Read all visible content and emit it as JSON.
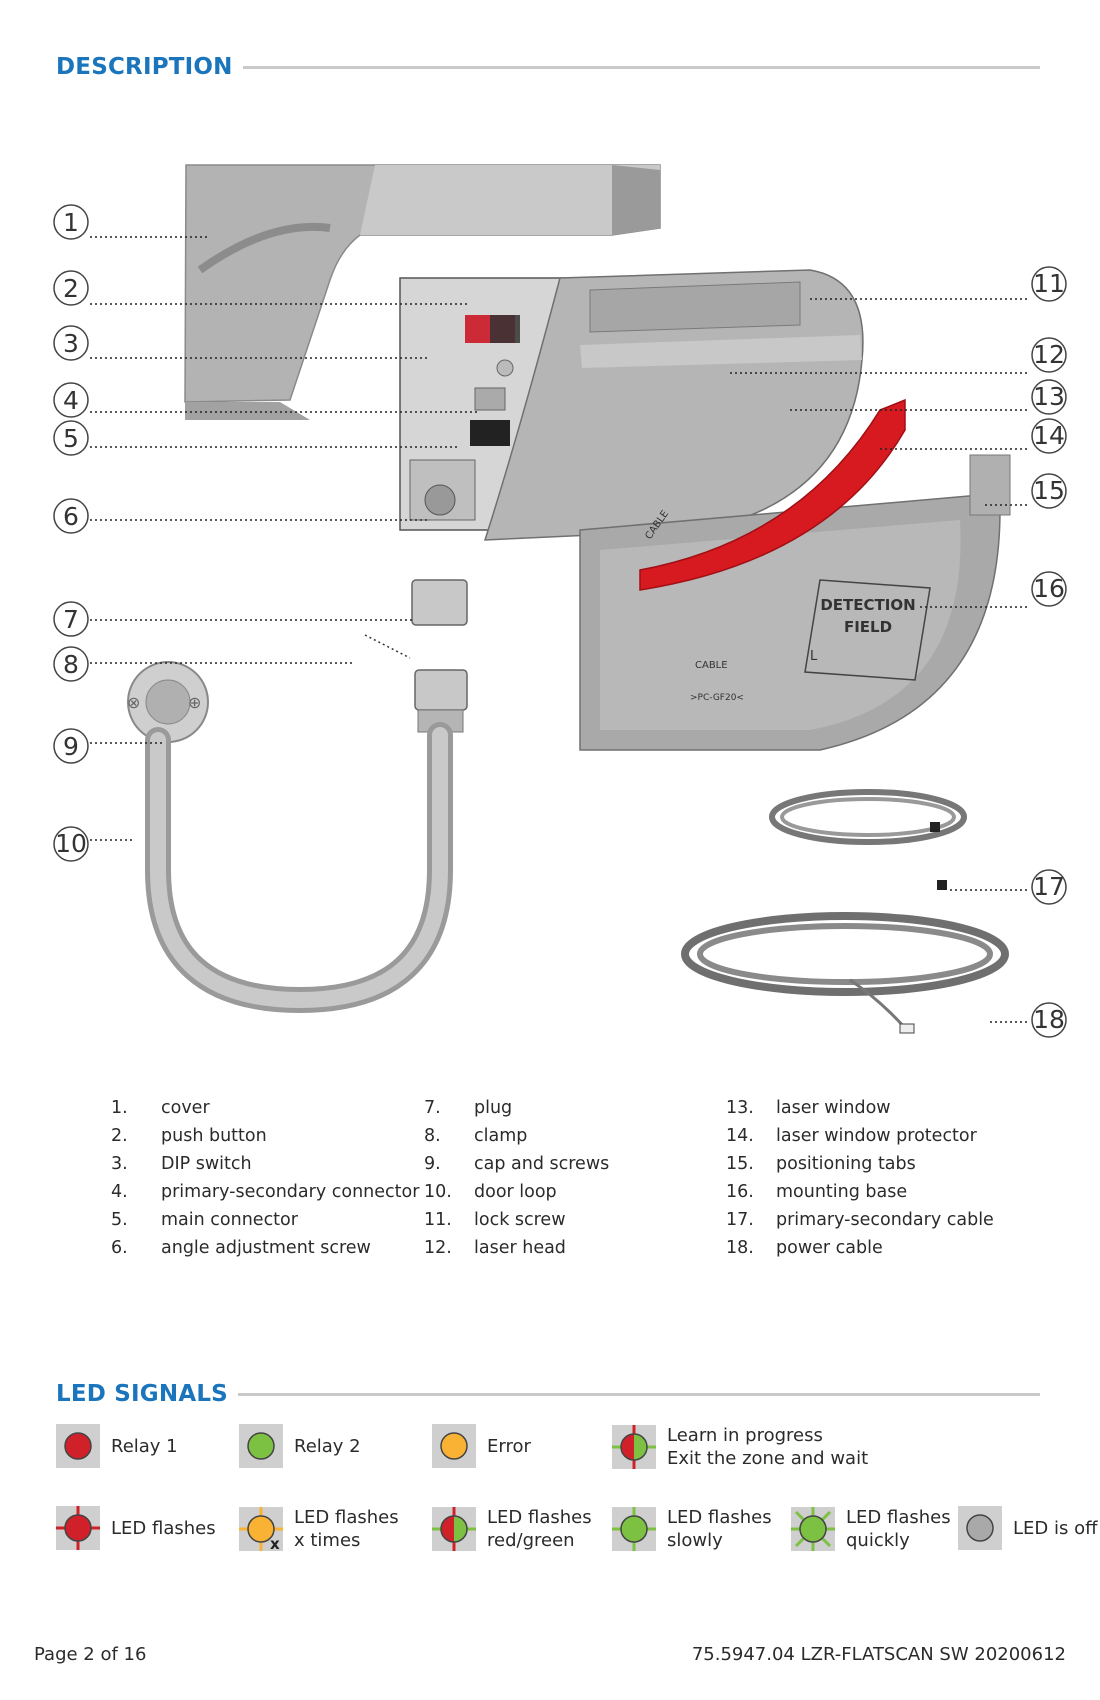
{
  "sections": {
    "description": "DESCRIPTION",
    "led_signals": "LED SIGNALS"
  },
  "diagram": {
    "detection_label_1": "DETECTION",
    "detection_label_2": "FIELD",
    "field_letter": "L",
    "cable_label_1": "CABLE",
    "cable_label_2": "CABLE",
    "part_code": ">PC-GF20<"
  },
  "parts": [
    {
      "num": "1.",
      "label": "cover"
    },
    {
      "num": "2.",
      "label": "push button"
    },
    {
      "num": "3.",
      "label": "DIP switch"
    },
    {
      "num": "4.",
      "label": "primary-secondary connector"
    },
    {
      "num": "5.",
      "label": "main connector"
    },
    {
      "num": "6.",
      "label": "angle adjustment screw"
    },
    {
      "num": "7.",
      "label": "plug"
    },
    {
      "num": "8.",
      "label": "clamp"
    },
    {
      "num": "9.",
      "label": "cap and screws"
    },
    {
      "num": "10.",
      "label": "door loop"
    },
    {
      "num": "11.",
      "label": "lock screw"
    },
    {
      "num": "12.",
      "label": "laser head"
    },
    {
      "num": "13.",
      "label": "laser window"
    },
    {
      "num": "14.",
      "label": "laser window protector"
    },
    {
      "num": "15.",
      "label": "positioning tabs"
    },
    {
      "num": "16.",
      "label": "mounting base"
    },
    {
      "num": "17.",
      "label": "primary-secondary cable"
    },
    {
      "num": "18.",
      "label": "power cable"
    }
  ],
  "leds": {
    "relay1": "Relay 1",
    "relay2": "Relay 2",
    "error": "Error",
    "learn_1": "Learn in progress",
    "learn_2": "Exit the zone and wait",
    "flashes": "LED flashes",
    "flashes_x_1": "LED flashes",
    "flashes_x_2": "x times",
    "x_mark": "x",
    "flashes_rg_1": "LED flashes",
    "flashes_rg_2": "red/green",
    "flashes_slow_1": "LED flashes",
    "flashes_slow_2": "slowly",
    "flashes_quick_1": "LED flashes",
    "flashes_quick_2": "quickly",
    "off": "LED is off"
  },
  "colors": {
    "accent": "#1b75bc",
    "led_red": "#d0202a",
    "led_green": "#7dc143",
    "led_orange": "#f9b233",
    "protector_red": "#d71920"
  },
  "footer": {
    "page": "Page 2 of 16",
    "doc_ref": "75.5947.04 LZR-FLATSCAN SW 20200612"
  }
}
